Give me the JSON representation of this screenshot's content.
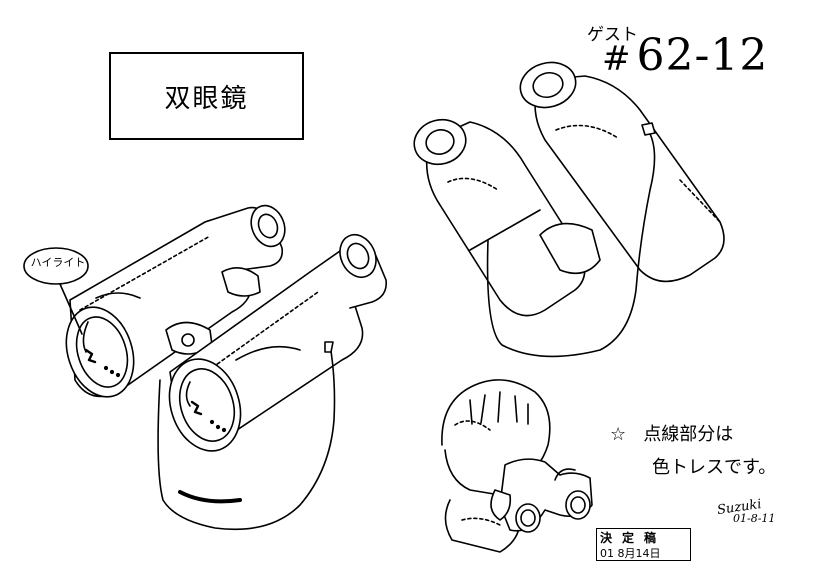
{
  "sheet": {
    "title": "双眼鏡",
    "guest_label": "ゲスト",
    "number_mark": "#",
    "sheet_number": "62-12"
  },
  "callout": {
    "highlight_label": "ハイライト"
  },
  "note": {
    "star": "☆",
    "line1": "点線部分は",
    "line2": "色トレスです。"
  },
  "signature": {
    "name": "Suzuki",
    "date": "01-8-11"
  },
  "stamp": {
    "title": "決定稿",
    "date": "01 8月14日"
  },
  "colors": {
    "ink": "#000000",
    "paper": "#ffffff"
  }
}
